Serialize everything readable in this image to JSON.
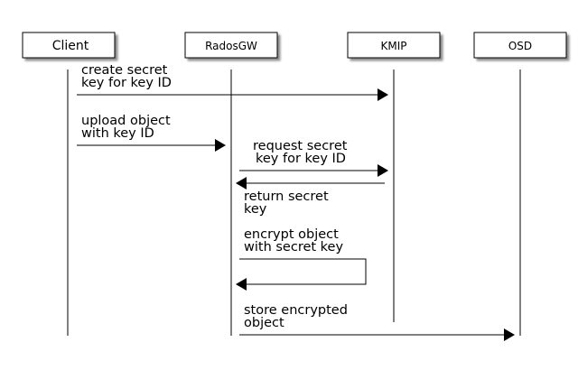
{
  "participants": [
    {
      "id": "client",
      "label": "Client"
    },
    {
      "id": "radosgw",
      "label": "RadosGW"
    },
    {
      "id": "kmip",
      "label": "KMIP"
    },
    {
      "id": "osd",
      "label": "OSD"
    }
  ],
  "messages": [
    {
      "id": "msg1",
      "from": "client",
      "to": "kmip",
      "lines": [
        "create secret",
        "key for key ID"
      ]
    },
    {
      "id": "msg2",
      "from": "client",
      "to": "radosgw",
      "lines": [
        "upload object",
        "with key ID"
      ]
    },
    {
      "id": "msg3",
      "from": "radosgw",
      "to": "kmip",
      "lines": [
        "request secret",
        "key for key ID"
      ]
    },
    {
      "id": "msg4",
      "from": "kmip",
      "to": "radosgw",
      "lines": [
        "return secret",
        "key"
      ]
    },
    {
      "id": "msg5",
      "from": "radosgw",
      "to": "radosgw",
      "lines": [
        "encrypt object",
        "with secret key"
      ]
    },
    {
      "id": "msg6",
      "from": "radosgw",
      "to": "osd",
      "lines": [
        "store encrypted",
        "object"
      ]
    }
  ]
}
